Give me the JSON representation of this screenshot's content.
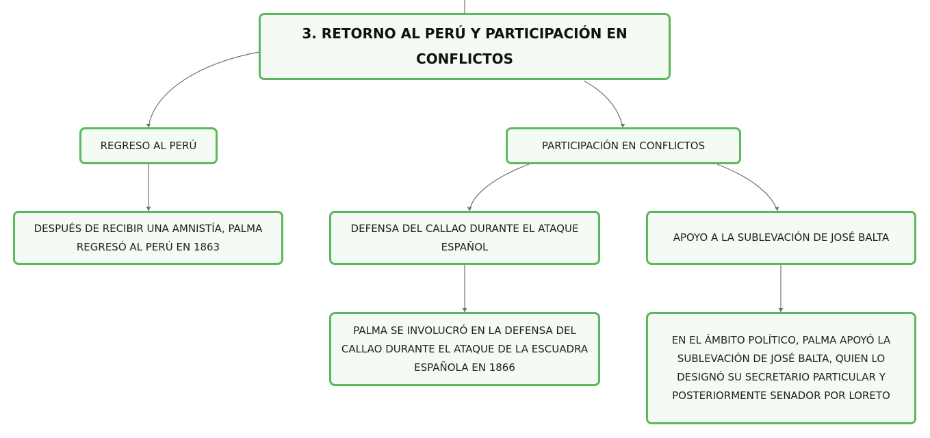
{
  "root": {
    "title": "3. RETORNO AL PERÚ Y PARTICIPACIÓN EN CONFLICTOS"
  },
  "branches": {
    "regreso": {
      "label": "REGRESO AL PERÚ",
      "detail": "DESPUÉS DE RECIBIR UNA AMNISTÍA, PALMA REGRESÓ AL PERÚ EN 1863"
    },
    "participacion": {
      "label": "PARTICIPACIÓN EN CONFLICTOS",
      "defensa": {
        "label": "DEFENSA DEL CALLAO DURANTE EL ATAQUE ESPAÑOL",
        "detail": "PALMA SE INVOLUCRÓ EN LA DEFENSA DEL CALLAO DURANTE EL ATAQUE DE LA ESCUADRA ESPAÑOLA EN 1866"
      },
      "apoyo": {
        "label": "APOYO A LA SUBLEVACIÓN DE JOSÉ BALTA",
        "detail": "EN EL ÁMBITO POLÍTICO, PALMA APOYÓ LA SUBLEVACIÓN DE JOSÉ BALTA, QUIEN LO DESIGNÓ SU SECRETARIO PARTICULAR Y POSTERIORMENTE SENADOR POR LORETO"
      }
    }
  },
  "colors": {
    "node_border": "#5cb85c",
    "node_fill": "#f4faf4",
    "connector": "#666666"
  }
}
